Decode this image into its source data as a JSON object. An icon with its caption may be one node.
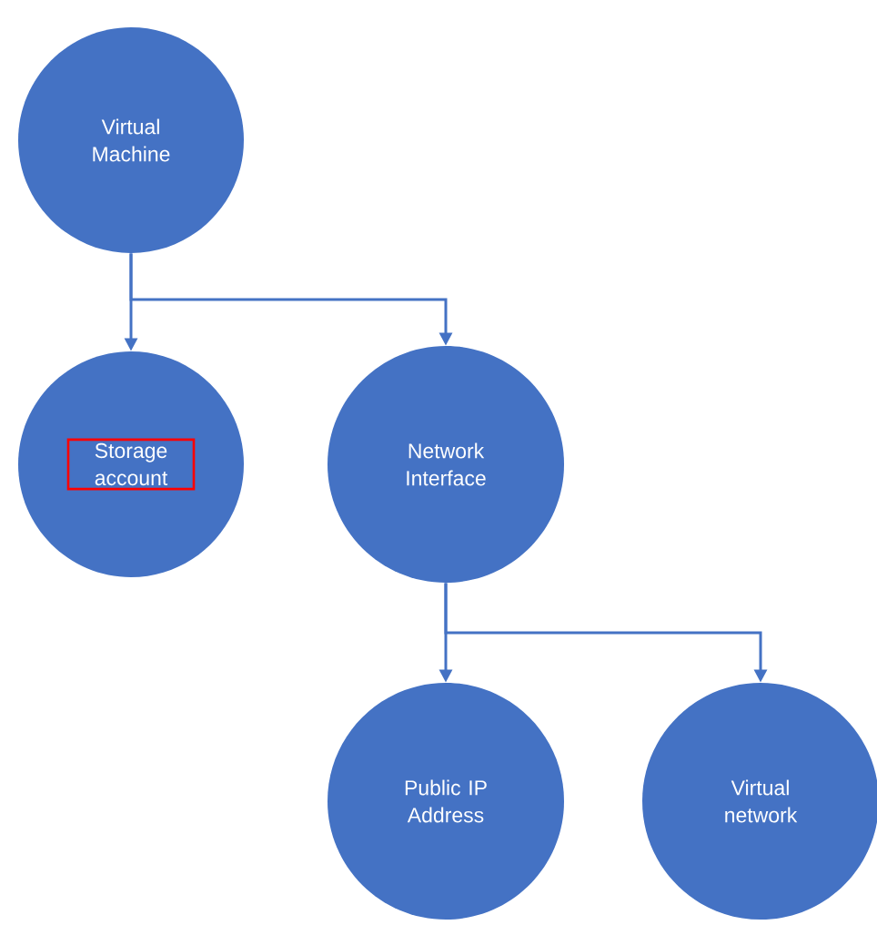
{
  "diagram": {
    "nodes": [
      {
        "text": [
          "Virtual Machine"
        ]
      },
      {
        "text": [
          "Storage account"
        ]
      },
      {
        "text": [
          "Network Interface"
        ]
      },
      {
        "text": [
          "Public IP Address"
        ]
      },
      {
        "text": [
          "Virtual network"
        ]
      }
    ],
    "edges": [
      {
        "from": 0,
        "to": 1,
        "arrow": "to"
      },
      {
        "from": 0,
        "to": 2,
        "arrow": "to"
      },
      {
        "from": 2,
        "to": 3,
        "arrow": "to"
      },
      {
        "from": 2,
        "to": 4,
        "arrow": "to"
      }
    ]
  }
}
